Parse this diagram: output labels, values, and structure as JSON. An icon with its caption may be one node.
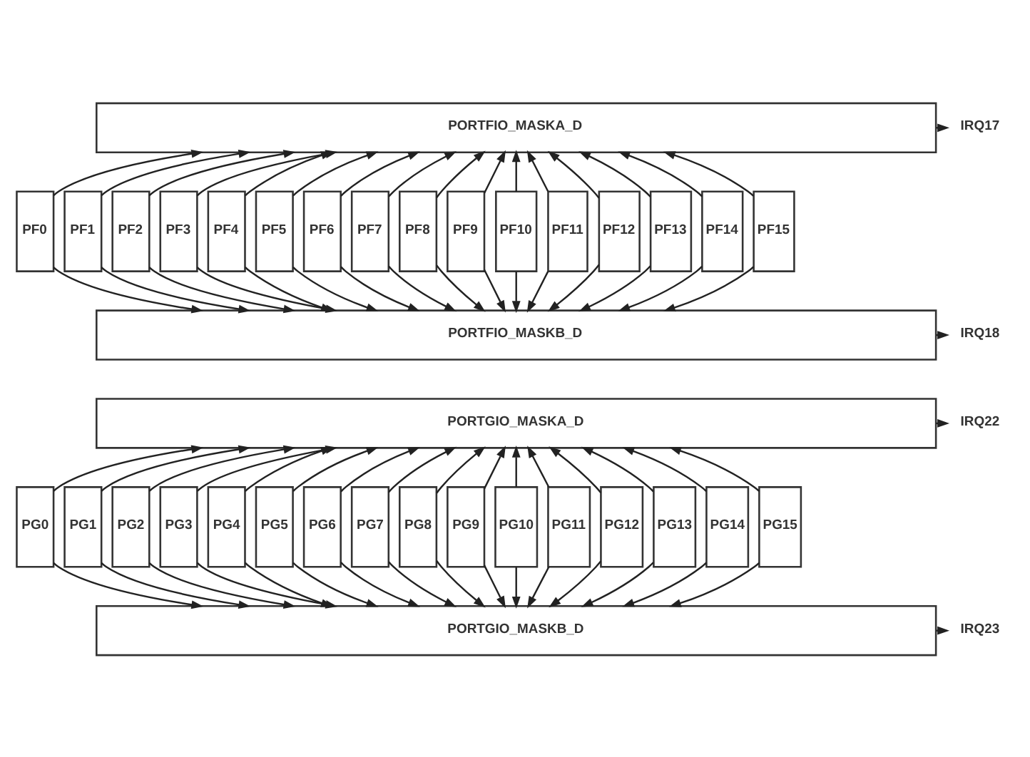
{
  "diagram": {
    "nodes": [
      {
        "text": [
          "PORTFIO_MASKA_D"
        ]
      },
      {
        "text": [
          "IRQ17"
        ]
      },
      {
        "text": [
          "PF0"
        ]
      },
      {
        "text": [
          "PF1"
        ]
      },
      {
        "text": [
          "PF2"
        ]
      },
      {
        "text": [
          "PF3"
        ]
      },
      {
        "text": [
          "PF4"
        ]
      },
      {
        "text": [
          "PF5"
        ]
      },
      {
        "text": [
          "PF6"
        ]
      },
      {
        "text": [
          "PF7"
        ]
      },
      {
        "text": [
          "PF8"
        ]
      },
      {
        "text": [
          "PF9"
        ]
      },
      {
        "text": [
          "PF10"
        ]
      },
      {
        "text": [
          "PF11"
        ]
      },
      {
        "text": [
          "PF12"
        ]
      },
      {
        "text": [
          "PF13"
        ]
      },
      {
        "text": [
          "PF14"
        ]
      },
      {
        "text": [
          "PF15"
        ]
      },
      {
        "text": [
          "PORTFIO_MASKB_D"
        ]
      },
      {
        "text": [
          "IRQ18"
        ]
      },
      {
        "text": [
          "PORTGIO_MASKA_D"
        ]
      },
      {
        "text": [
          "IRQ22"
        ]
      },
      {
        "text": [
          "PG0"
        ]
      },
      {
        "text": [
          "PG1"
        ]
      },
      {
        "text": [
          "PG2"
        ]
      },
      {
        "text": [
          "PG3"
        ]
      },
      {
        "text": [
          "PG4"
        ]
      },
      {
        "text": [
          "PG5"
        ]
      },
      {
        "text": [
          "PG6"
        ]
      },
      {
        "text": [
          "PG7"
        ]
      },
      {
        "text": [
          "PG8"
        ]
      },
      {
        "text": [
          "PG9"
        ]
      },
      {
        "text": [
          "PG10"
        ]
      },
      {
        "text": [
          "PG11"
        ]
      },
      {
        "text": [
          "PG12"
        ]
      },
      {
        "text": [
          "PG13"
        ]
      },
      {
        "text": [
          "PG14"
        ]
      },
      {
        "text": [
          "PG15"
        ]
      },
      {
        "text": [
          "PORTGIO_MASKB_D"
        ]
      },
      {
        "text": [
          "IRQ23"
        ]
      }
    ],
    "edges": [
      {
        "from": 0,
        "to": 1,
        "arrow": "to"
      },
      {
        "from": 2,
        "to": 0,
        "arrow": "to"
      },
      {
        "from": 3,
        "to": 0,
        "arrow": "to"
      },
      {
        "from": 4,
        "to": 0,
        "arrow": "to"
      },
      {
        "from": 5,
        "to": 0,
        "arrow": "to"
      },
      {
        "from": 6,
        "to": 0,
        "arrow": "to"
      },
      {
        "from": 7,
        "to": 0,
        "arrow": "to"
      },
      {
        "from": 8,
        "to": 0,
        "arrow": "to"
      },
      {
        "from": 9,
        "to": 0,
        "arrow": "to"
      },
      {
        "from": 10,
        "to": 0,
        "arrow": "to"
      },
      {
        "from": 11,
        "to": 0,
        "arrow": "to"
      },
      {
        "from": 12,
        "to": 0,
        "arrow": "to"
      },
      {
        "from": 13,
        "to": 0,
        "arrow": "to"
      },
      {
        "from": 14,
        "to": 0,
        "arrow": "to"
      },
      {
        "from": 15,
        "to": 0,
        "arrow": "to"
      },
      {
        "from": 16,
        "to": 0,
        "arrow": "to"
      },
      {
        "from": 17,
        "to": 0,
        "arrow": "to"
      },
      {
        "from": 2,
        "to": 18,
        "arrow": "to"
      },
      {
        "from": 3,
        "to": 18,
        "arrow": "to"
      },
      {
        "from": 4,
        "to": 18,
        "arrow": "to"
      },
      {
        "from": 5,
        "to": 18,
        "arrow": "to"
      },
      {
        "from": 6,
        "to": 18,
        "arrow": "to"
      },
      {
        "from": 7,
        "to": 18,
        "arrow": "to"
      },
      {
        "from": 8,
        "to": 18,
        "arrow": "to"
      },
      {
        "from": 9,
        "to": 18,
        "arrow": "to"
      },
      {
        "from": 10,
        "to": 18,
        "arrow": "to"
      },
      {
        "from": 11,
        "to": 18,
        "arrow": "to"
      },
      {
        "from": 12,
        "to": 18,
        "arrow": "to"
      },
      {
        "from": 13,
        "to": 18,
        "arrow": "to"
      },
      {
        "from": 14,
        "to": 18,
        "arrow": "to"
      },
      {
        "from": 15,
        "to": 18,
        "arrow": "to"
      },
      {
        "from": 16,
        "to": 18,
        "arrow": "to"
      },
      {
        "from": 17,
        "to": 18,
        "arrow": "to"
      },
      {
        "from": 18,
        "to": 19,
        "arrow": "to"
      },
      {
        "from": 20,
        "to": 21,
        "arrow": "to"
      },
      {
        "from": 22,
        "to": 20,
        "arrow": "to"
      },
      {
        "from": 23,
        "to": 20,
        "arrow": "to"
      },
      {
        "from": 24,
        "to": 20,
        "arrow": "to"
      },
      {
        "from": 25,
        "to": 20,
        "arrow": "to"
      },
      {
        "from": 26,
        "to": 20,
        "arrow": "to"
      },
      {
        "from": 27,
        "to": 20,
        "arrow": "to"
      },
      {
        "from": 28,
        "to": 20,
        "arrow": "to"
      },
      {
        "from": 29,
        "to": 20,
        "arrow": "to"
      },
      {
        "from": 30,
        "to": 20,
        "arrow": "to"
      },
      {
        "from": 31,
        "to": 20,
        "arrow": "to"
      },
      {
        "from": 32,
        "to": 20,
        "arrow": "to"
      },
      {
        "from": 33,
        "to": 20,
        "arrow": "to"
      },
      {
        "from": 34,
        "to": 20,
        "arrow": "to"
      },
      {
        "from": 35,
        "to": 20,
        "arrow": "to"
      },
      {
        "from": 36,
        "to": 20,
        "arrow": "to"
      },
      {
        "from": 37,
        "to": 20,
        "arrow": "to"
      },
      {
        "from": 22,
        "to": 38,
        "arrow": "to"
      },
      {
        "from": 23,
        "to": 38,
        "arrow": "to"
      },
      {
        "from": 24,
        "to": 38,
        "arrow": "to"
      },
      {
        "from": 25,
        "to": 38,
        "arrow": "to"
      },
      {
        "from": 26,
        "to": 38,
        "arrow": "to"
      },
      {
        "from": 27,
        "to": 38,
        "arrow": "to"
      },
      {
        "from": 28,
        "to": 38,
        "arrow": "to"
      },
      {
        "from": 29,
        "to": 38,
        "arrow": "to"
      },
      {
        "from": 30,
        "to": 38,
        "arrow": "to"
      },
      {
        "from": 31,
        "to": 38,
        "arrow": "to"
      },
      {
        "from": 32,
        "to": 38,
        "arrow": "to"
      },
      {
        "from": 33,
        "to": 38,
        "arrow": "to"
      },
      {
        "from": 34,
        "to": 38,
        "arrow": "to"
      },
      {
        "from": 35,
        "to": 38,
        "arrow": "to"
      },
      {
        "from": 36,
        "to": 38,
        "arrow": "to"
      },
      {
        "from": 37,
        "to": 38,
        "arrow": "to"
      },
      {
        "from": 38,
        "to": 39,
        "arrow": "to"
      }
    ]
  }
}
